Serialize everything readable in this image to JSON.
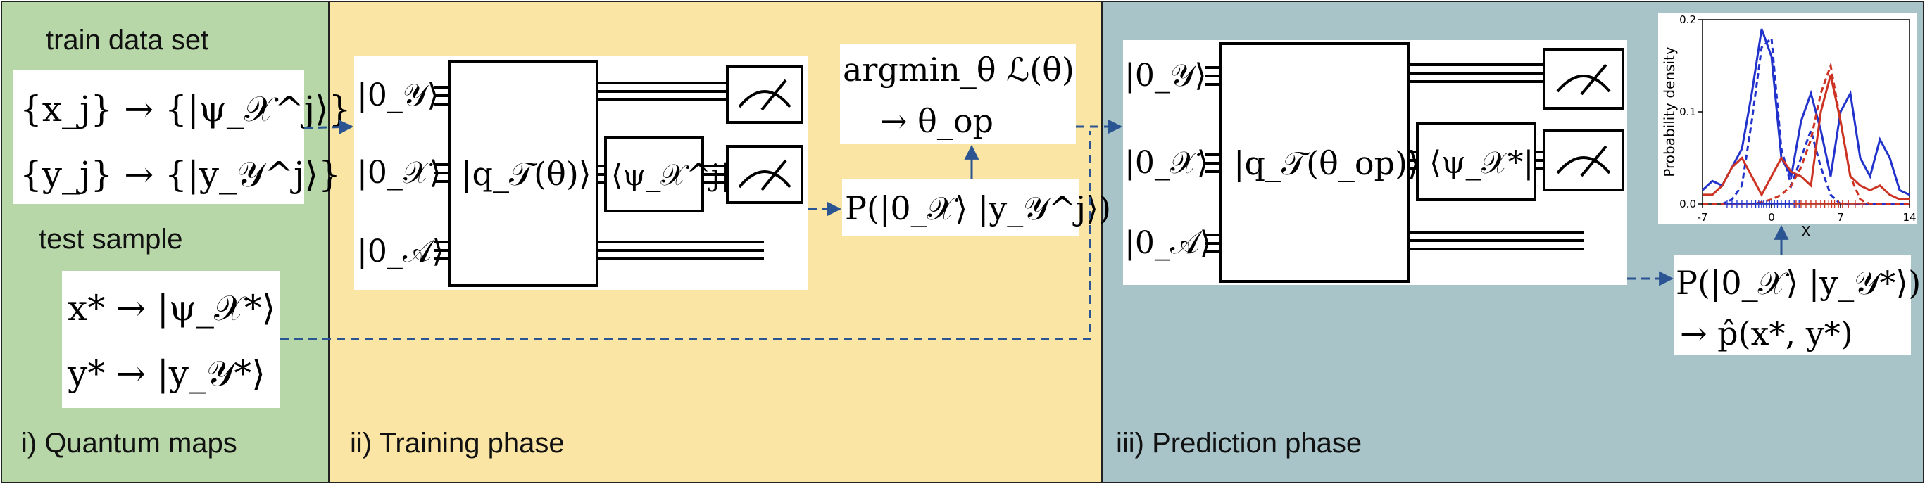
{
  "panels": {
    "maps": {
      "label": "i) Quantum maps",
      "bg": "#b7d7a8",
      "train_title": "train data set",
      "train_map_x": "{x_j} → {|ψ_𝒳^j⟩}",
      "train_map_y": "{y_j} → {|y_𝒴^j⟩}",
      "test_title": "test sample",
      "test_map_x": "x* → |ψ_𝒳*⟩",
      "test_map_y": "y* → |y_𝒴*⟩"
    },
    "training": {
      "label": "ii) Training phase",
      "bg": "#fbe5a5",
      "reg_y": "|0_𝒴⟩",
      "reg_x": "|0_𝒳⟩",
      "reg_a": "|0_𝒜⟩",
      "unitary": "|q_𝒯(θ)⟩",
      "bra": "⟨ψ_𝒳^j|",
      "prob": "P(|0_𝒳⟩ |y_𝒴^j⟩)",
      "argmin": "argmin_θ ℒ(θ)",
      "theta_op": "→ θ_op"
    },
    "prediction": {
      "label": "iii) Prediction phase",
      "bg": "#a8c4c9",
      "reg_y": "|0_𝒴⟩",
      "reg_x": "|0_𝒳⟩",
      "reg_a": "|0_𝒜⟩",
      "unitary": "|q_𝒯(θ_op)⟩",
      "bra": "⟨ψ_𝒳*|",
      "prob": "P(|0_𝒳⟩ |y_𝒴*⟩)",
      "estimate": "→ p̂(x*, y*)"
    }
  },
  "colors": {
    "arrow": "#2a5592",
    "wire": "#000000",
    "blue_series": "#2233cc",
    "red_series": "#cc3322"
  },
  "icons": [
    "meter-icon",
    "meter-icon",
    "meter-icon",
    "meter-icon"
  ],
  "chart_data": {
    "type": "line",
    "ylabel": "Probability density",
    "xlabel": "X",
    "xlim": [
      -7,
      14
    ],
    "ylim": [
      0,
      0.2
    ],
    "xticks": [
      "-7",
      "0",
      "7",
      "14"
    ],
    "yticks": [
      "0.0",
      "0.1",
      "0.2"
    ],
    "series": [
      {
        "style": "solid",
        "color": "#2233cc",
        "x": [
          -7,
          -6,
          -5,
          -4,
          -3,
          -2,
          -1,
          0,
          1,
          2,
          3,
          4,
          5,
          6,
          7,
          8,
          9,
          10,
          11,
          12,
          13,
          14
        ],
        "y": [
          0.015,
          0.025,
          0.02,
          0.04,
          0.06,
          0.12,
          0.19,
          0.16,
          0.05,
          0.03,
          0.09,
          0.12,
          0.08,
          0.03,
          0.1,
          0.12,
          0.05,
          0.03,
          0.07,
          0.05,
          0.015,
          0.01
        ]
      },
      {
        "style": "dashed",
        "color": "#2233cc",
        "x": [
          -7,
          -5,
          -4,
          -3,
          -2,
          -1,
          0,
          1,
          2,
          3,
          4,
          5,
          6,
          7,
          9,
          14
        ],
        "y": [
          0,
          0,
          0.005,
          0.02,
          0.09,
          0.17,
          0.18,
          0.06,
          0.02,
          0.05,
          0.08,
          0.04,
          0.01,
          0,
          0,
          0
        ]
      },
      {
        "style": "solid",
        "color": "#cc3322",
        "x": [
          -7,
          -6,
          -5,
          -4,
          -3,
          -2,
          -1,
          0,
          1,
          2,
          3,
          4,
          5,
          6,
          7,
          8,
          9,
          10,
          11,
          12,
          13,
          14
        ],
        "y": [
          0.01,
          0.01,
          0.02,
          0.04,
          0.05,
          0.03,
          0.01,
          0.03,
          0.05,
          0.035,
          0.03,
          0.02,
          0.1,
          0.14,
          0.09,
          0.03,
          0.02,
          0.015,
          0.02,
          0.01,
          0.005,
          0.005
        ]
      },
      {
        "style": "dashed",
        "color": "#cc3322",
        "x": [
          -7,
          -2,
          -1,
          0,
          1,
          2,
          3,
          4,
          5,
          6,
          7,
          8,
          9,
          10,
          14
        ],
        "y": [
          0,
          0,
          0.002,
          0.005,
          0.01,
          0.02,
          0.04,
          0.07,
          0.12,
          0.15,
          0.09,
          0.03,
          0.005,
          0,
          0
        ]
      }
    ],
    "rug": [
      {
        "color": "#2233cc",
        "x": [
          -4.5,
          -4,
          -3.5,
          -3,
          -2.5,
          -2,
          -1.6,
          -1.3,
          -1,
          -0.8,
          -0.5,
          -0.2,
          0,
          0.3,
          0.6,
          1,
          1.4,
          1.8,
          2.3,
          2.8
        ]
      },
      {
        "color": "#cc3322",
        "x": [
          2.5,
          3,
          3.5,
          4,
          4.5,
          5,
          5.4,
          5.8,
          6.1,
          6.4,
          6.8,
          7.2,
          7.8,
          8.5,
          9.2
        ]
      }
    ]
  }
}
